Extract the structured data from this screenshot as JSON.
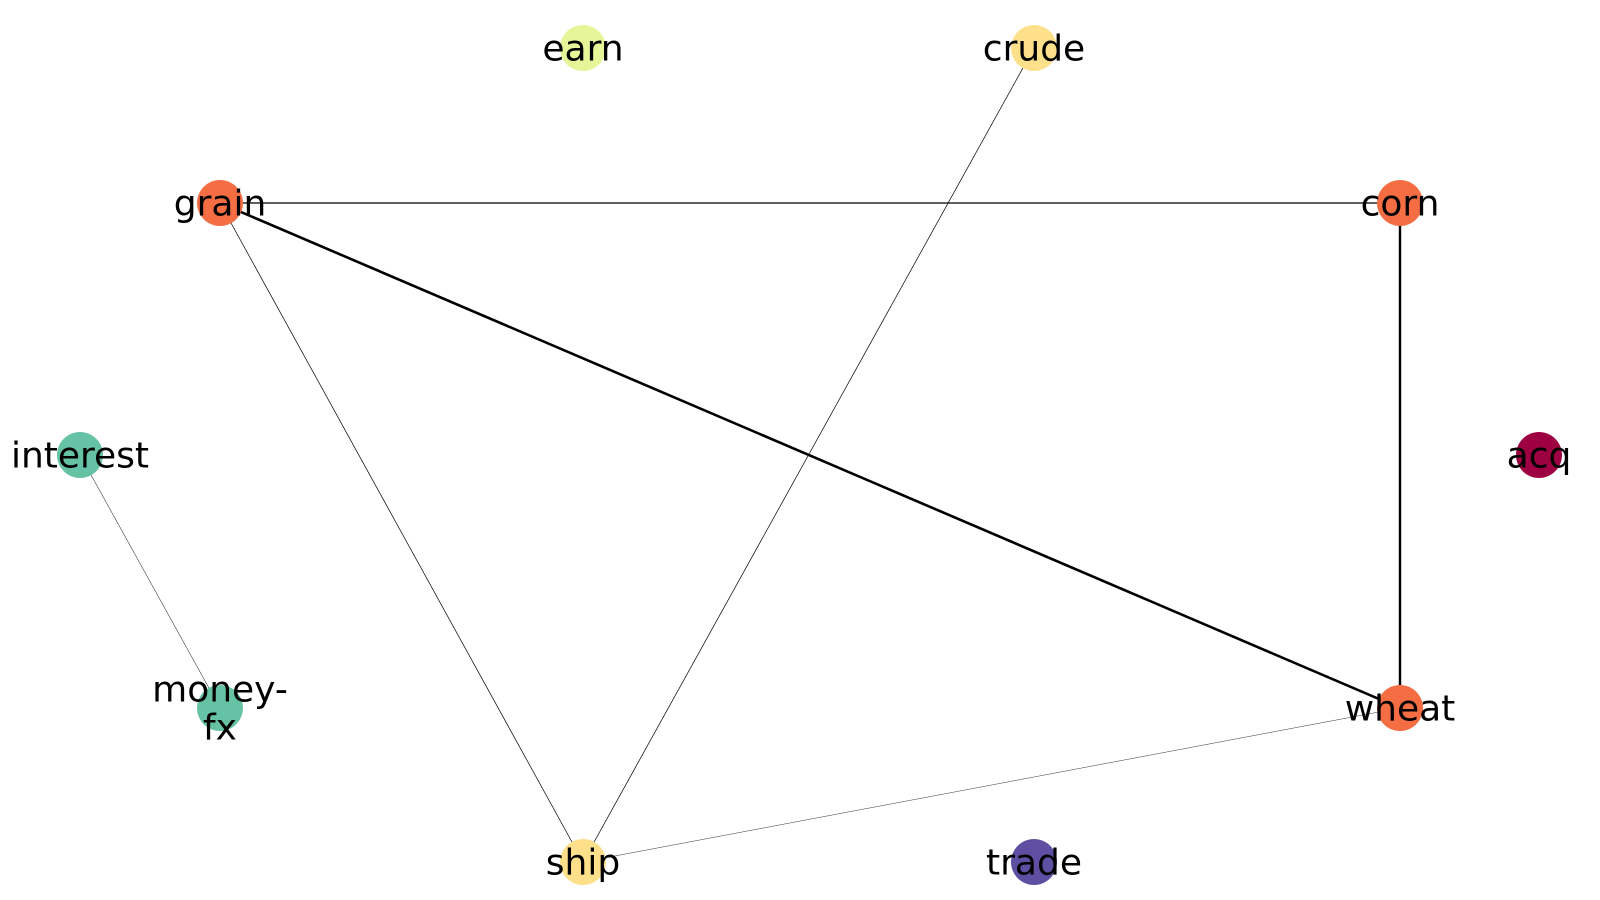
{
  "graph": {
    "nodes": [
      {
        "id": "earn",
        "label": "earn",
        "color": "#e6f598"
      },
      {
        "id": "crude",
        "label": "crude",
        "color": "#fee08b"
      },
      {
        "id": "grain",
        "label": "grain",
        "color": "#f46d43"
      },
      {
        "id": "corn",
        "label": "corn",
        "color": "#f46d43"
      },
      {
        "id": "interest",
        "label": "interest",
        "color": "#66c2a5"
      },
      {
        "id": "acq",
        "label": "acq",
        "color": "#9e0142"
      },
      {
        "id": "money-fx",
        "label": "money-\nfx",
        "color": "#66c2a5"
      },
      {
        "id": "wheat",
        "label": "wheat",
        "color": "#f46d43"
      },
      {
        "id": "ship",
        "label": "ship",
        "color": "#fee08b"
      },
      {
        "id": "trade",
        "label": "trade",
        "color": "#5e4fa2"
      }
    ],
    "edges": [
      {
        "source": "grain",
        "target": "corn",
        "weight": 1.2
      },
      {
        "source": "grain",
        "target": "wheat",
        "weight": 2.6
      },
      {
        "source": "grain",
        "target": "ship",
        "weight": 0.7
      },
      {
        "source": "crude",
        "target": "ship",
        "weight": 0.7
      },
      {
        "source": "corn",
        "target": "wheat",
        "weight": 2.4
      },
      {
        "source": "interest",
        "target": "money-fx",
        "weight": 0.5
      },
      {
        "source": "ship",
        "target": "wheat",
        "weight": 0.4
      }
    ]
  }
}
